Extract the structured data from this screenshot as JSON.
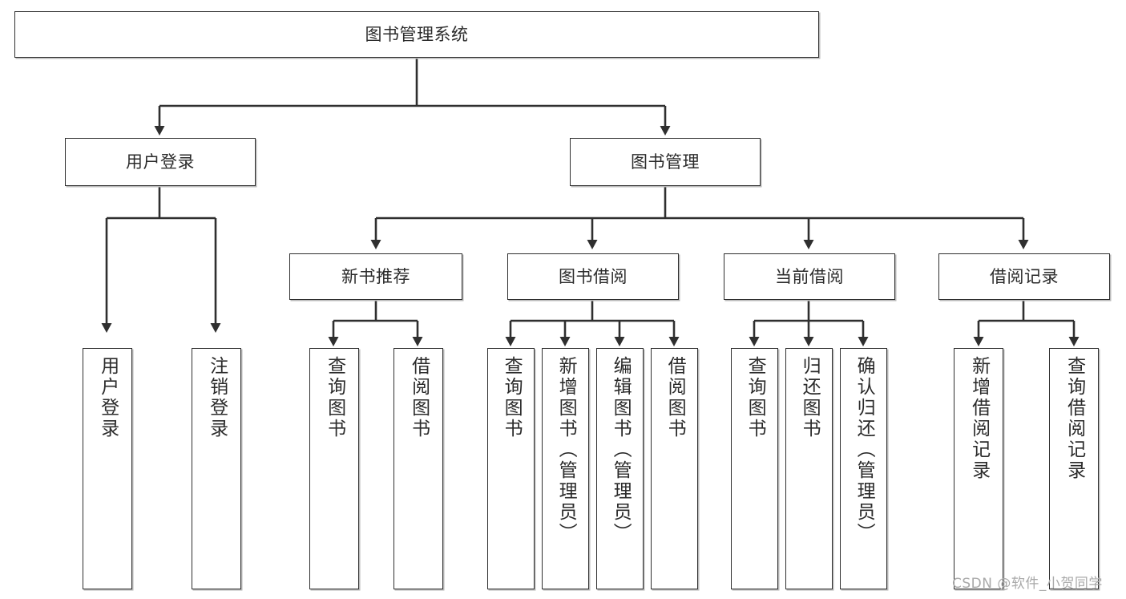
{
  "diagram": {
    "type": "tree",
    "title": "图书管理系统",
    "background": "#ffffff",
    "line_color": "#2f2f2f",
    "box_fill": "#ffffff",
    "nodes": {
      "root": {
        "label": "图书管理系统"
      },
      "level2": [
        {
          "id": "user-login",
          "label": "用户登录"
        },
        {
          "id": "book-manage",
          "label": "图书管理"
        }
      ],
      "level3": [
        {
          "id": "new-book-rec",
          "label": "新书推荐"
        },
        {
          "id": "book-borrow",
          "label": "图书借阅"
        },
        {
          "id": "current-borrow",
          "label": "当前借阅"
        },
        {
          "id": "borrow-record",
          "label": "借阅记录"
        }
      ],
      "leaves": [
        {
          "id": "leaf-user-login",
          "label": "用户登录",
          "parent": "user-login"
        },
        {
          "id": "leaf-logout",
          "label": "注销登录",
          "parent": "user-login"
        },
        {
          "id": "leaf-query-book-1",
          "label": "查询图书",
          "parent": "new-book-rec"
        },
        {
          "id": "leaf-borrow-book-1",
          "label": "借阅图书",
          "parent": "new-book-rec"
        },
        {
          "id": "leaf-query-book-2",
          "label": "查询图书",
          "parent": "book-borrow"
        },
        {
          "id": "leaf-add-book",
          "label": "新增图书（管理员）",
          "parent": "book-borrow"
        },
        {
          "id": "leaf-edit-book",
          "label": "编辑图书（管理员）",
          "parent": "book-borrow"
        },
        {
          "id": "leaf-borrow-book-2",
          "label": "借阅图书",
          "parent": "book-borrow"
        },
        {
          "id": "leaf-query-book-3",
          "label": "查询图书",
          "parent": "current-borrow"
        },
        {
          "id": "leaf-return-book",
          "label": "归还图书",
          "parent": "current-borrow"
        },
        {
          "id": "leaf-confirm-return",
          "label": "确认归还（管理员）",
          "parent": "current-borrow"
        },
        {
          "id": "leaf-add-record",
          "label": "新增借阅记录",
          "parent": "borrow-record"
        },
        {
          "id": "leaf-query-record",
          "label": "查询借阅记录",
          "parent": "borrow-record"
        }
      ]
    },
    "watermark": "CSDN @软件_小贺同学"
  }
}
